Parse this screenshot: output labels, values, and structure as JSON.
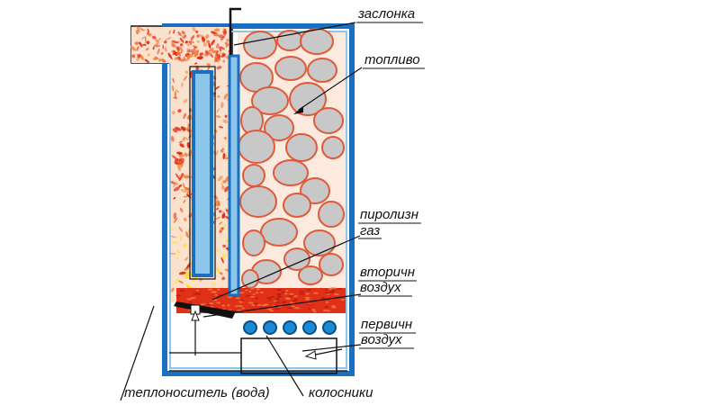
{
  "labels": {
    "damper": "заслонка",
    "fuel": "топливо",
    "pyrolysis_line1": "пиролизн",
    "pyrolysis_line2": "газ",
    "secondary_line1": "вторичн",
    "secondary_line2": "воздух",
    "primary_line1": "первичн",
    "primary_line2": "воздух",
    "coolant": "теплоноситель (вода)",
    "grates": "колосники"
  },
  "colors": {
    "water_jacket": "#1a6fc0",
    "water_jacket_fill": "#8cc6ea",
    "flame_red": "#e03018",
    "flame_orange": "#f08040",
    "flame_yellow": "#ffe030",
    "fuel_log": "#c8c8c8",
    "fuel_log_outline": "#e05a3a",
    "grate_bar": "#1a8ad6",
    "outline": "#111111"
  }
}
